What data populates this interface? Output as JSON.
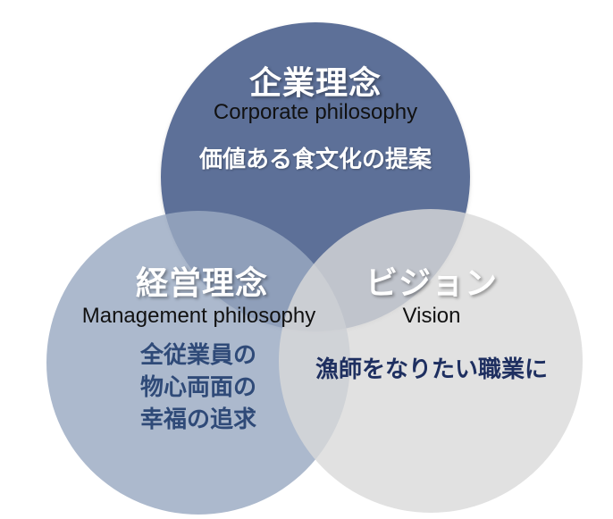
{
  "diagram": {
    "colors": {
      "corporate": "#5d6f98",
      "management": "#9aa9c2",
      "vision": "#d9d9d9",
      "body_text_blue": "#2f4a78",
      "body_text_navy": "#1e2f60"
    },
    "corporate": {
      "heading": "企業理念",
      "subtitle": "Corporate philosophy",
      "body": "価値ある食文化の提案"
    },
    "management": {
      "heading": "経営理念",
      "subtitle": "Management philosophy",
      "body_lines": [
        "全従業員の",
        "物心両面の",
        "幸福の追求"
      ]
    },
    "vision": {
      "heading": "ビジョン",
      "subtitle": "Vision",
      "body": "漁師をなりたい職業に"
    }
  }
}
